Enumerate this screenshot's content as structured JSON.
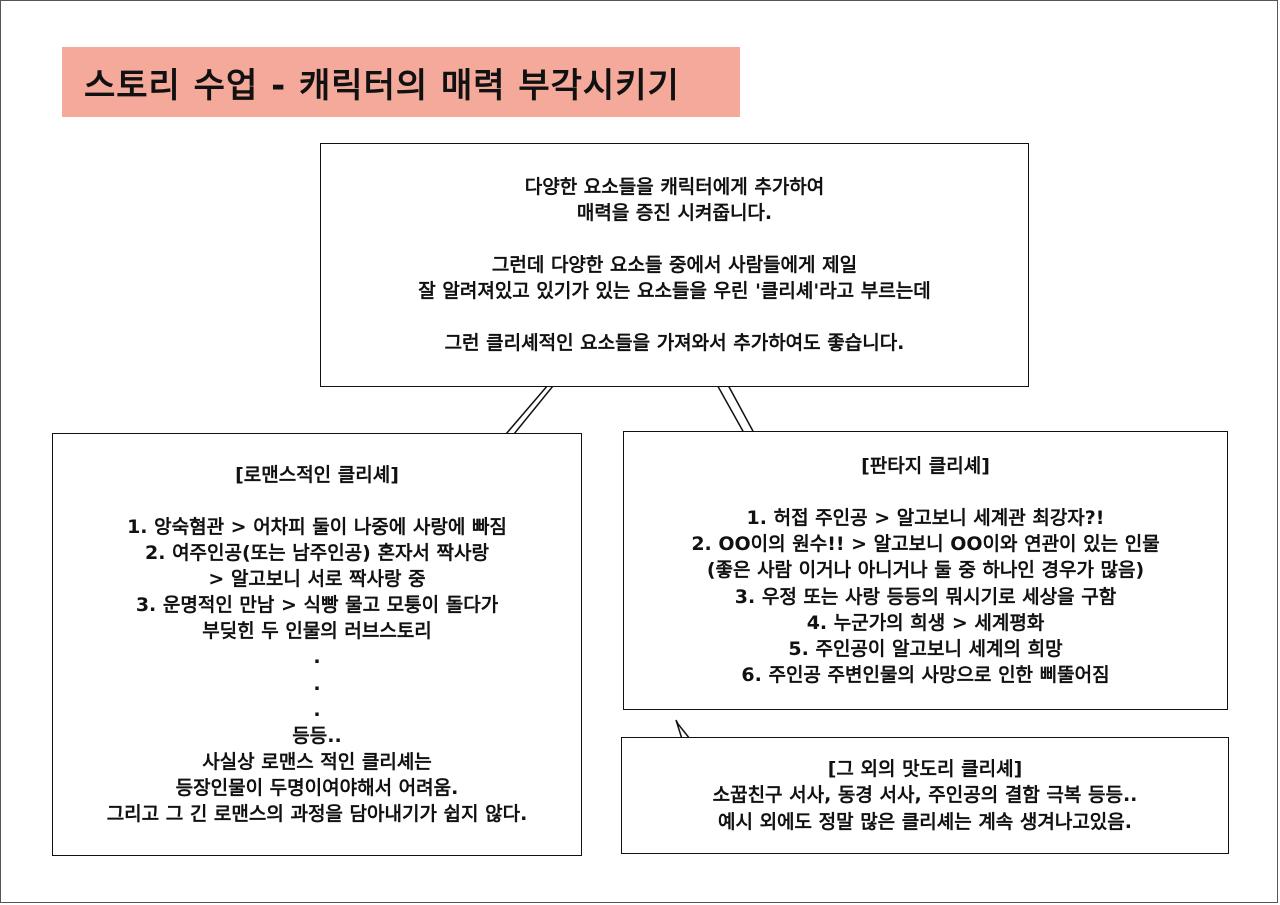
{
  "title": "스토리 수업 - 캐릭터의 매력 부각시키기",
  "main_box": {
    "lines": [
      "다양한 요소들을 캐릭터에게 추가하여",
      "매력을 증진 시켜줍니다.",
      "",
      "그런데 다양한 요소들 중에서 사람들에게 제일",
      "잘 알려져있고 있기가 있는 요소들을 우린 '클리셰'라고 부르는데",
      "",
      "그런 클리셰적인 요소들을 가져와서 추가하여도 좋습니다."
    ]
  },
  "romance_box": {
    "heading": "[로맨스적인 클리셰]",
    "lines": [
      "1. 앙숙혐관 > 어차피 둘이 나중에 사랑에 빠짐",
      "2. 여주인공(또는 남주인공) 혼자서 짝사랑",
      "> 알고보니 서로 짝사랑 중",
      "3. 운명적인 만남 > 식빵 물고 모퉁이 돌다가",
      "부딪힌 두 인물의 러브스토리",
      ".",
      ".",
      ".",
      "등등..",
      "사실상 로맨스 적인 클리셰는",
      "등장인물이 두명이여야해서 어려움.",
      "그리고 그 긴 로맨스의 과정을 담아내기가 쉽지 않다."
    ]
  },
  "fantasy_box": {
    "heading": "[판타지 클리셰]",
    "lines": [
      "1. 허접 주인공 > 알고보니 세계관 최강자?!",
      "2. OO이의 원수!! > 알고보니 OO이와 연관이 있는 인물",
      "(좋은 사람 이거나 아니거나 둘 중 하나인 경우가 많음)",
      "3. 우정 또는 사랑 등등의 뭐시기로 세상을 구함",
      "4. 누군가의 희생 > 세계평화",
      "5. 주인공이 알고보니 세계의 희망",
      "6. 주인공 주변인물의 사망으로 인한 삐뚤어짐"
    ]
  },
  "other_box": {
    "heading": "[그 외의 맛도리 클리셰]",
    "lines": [
      "소꿉친구 서사, 동경 서사, 주인공의 결함 극복 등등..",
      "예시 외에도 정말 많은 클리셰는 계속 생겨나고있음."
    ]
  }
}
